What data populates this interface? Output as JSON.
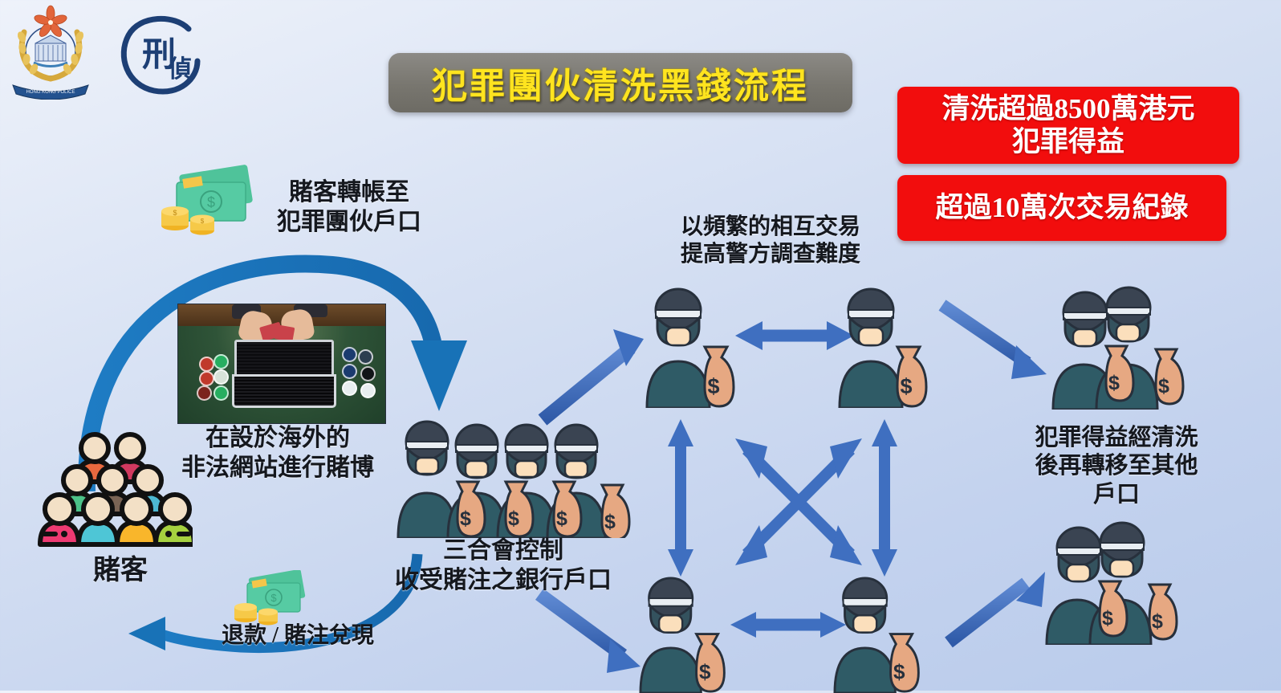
{
  "header": {
    "title": "犯罪團伙清洗黑錢流程",
    "logo_primary": "hong-kong-police-crest",
    "logo_secondary": "criminal-investigation-seal",
    "title_bg": "#78766f",
    "title_color": "#ffe41f"
  },
  "callouts": [
    {
      "id": "laundered-amount",
      "line1": "清洗超過8500萬港元",
      "line2": "犯罪得益",
      "color": "#f20d0d"
    },
    {
      "id": "transaction-count",
      "line1": "超過10萬次交易紀錄",
      "line2": "",
      "color": "#f20d0d"
    }
  ],
  "flow": {
    "transfer_label": "賭客轉帳至\n犯罪團伙戶口",
    "gambling_label": "在設於海外的\n非法網站進行賭博",
    "gamblers_label": "賭客",
    "refund_label": "退款 / 賭注兌現",
    "triad_label": "三合會控制\n收受賭注之銀行戶口",
    "frequent_label": "以頻繁的相互交易\n提高警方調查難度",
    "moved_label": "犯罪得益經清洗\n後再轉移至其他\n戶口"
  },
  "icons": {
    "money": "banknotes-and-coins-icon",
    "crowd": "crowd-of-gamblers-icon",
    "photo": "online-casino-laptop-photo",
    "masked": "masked-criminal-with-money-bag-icon",
    "money_bag_symbol": "$"
  },
  "colors": {
    "arrow_blue": "#3f6fc0",
    "arc_blue": "#1d7ec4",
    "figure_body": "#2f5b66",
    "bag": "#e6a882",
    "background_top": "#eef2fa",
    "background_bottom": "#b9cbeb"
  }
}
